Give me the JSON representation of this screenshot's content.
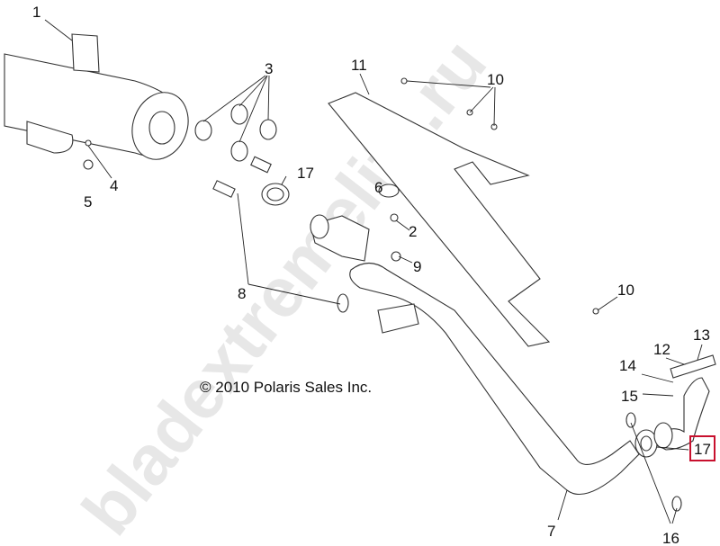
{
  "diagram": {
    "copyright": "© 2010 Polaris Sales Inc.",
    "watermark": "bladextremelife.ru",
    "highlight_color": "#c8102e",
    "callouts": [
      {
        "id": "c1",
        "text": "1"
      },
      {
        "id": "c3",
        "text": "3"
      },
      {
        "id": "c11",
        "text": "11"
      },
      {
        "id": "c10a",
        "text": "10"
      },
      {
        "id": "c4",
        "text": "4"
      },
      {
        "id": "c5",
        "text": "5"
      },
      {
        "id": "c17a",
        "text": "17"
      },
      {
        "id": "c6",
        "text": "6"
      },
      {
        "id": "c2",
        "text": "2"
      },
      {
        "id": "c9",
        "text": "9"
      },
      {
        "id": "c8",
        "text": "8"
      },
      {
        "id": "c10b",
        "text": "10"
      },
      {
        "id": "c13",
        "text": "13"
      },
      {
        "id": "c12",
        "text": "12"
      },
      {
        "id": "c14",
        "text": "14"
      },
      {
        "id": "c15",
        "text": "15"
      },
      {
        "id": "c17b",
        "text": "17",
        "highlighted": true
      },
      {
        "id": "c7",
        "text": "7"
      },
      {
        "id": "c16",
        "text": "16"
      }
    ]
  }
}
